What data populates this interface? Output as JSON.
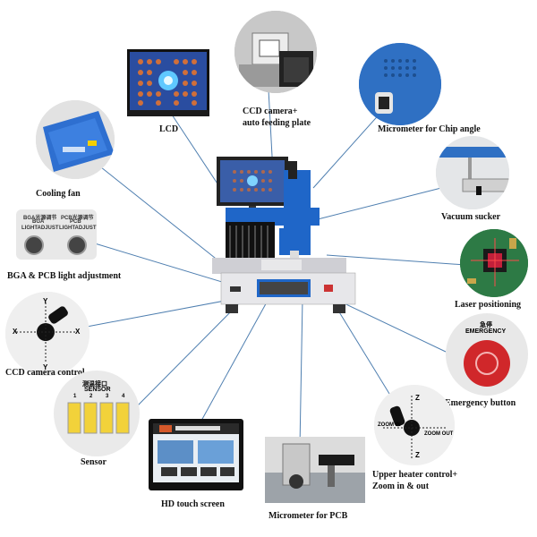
{
  "labels": {
    "lcd": "LCD",
    "ccd_camera": "CCD camera+",
    "auto_feeding": "auto feeding plate",
    "micrometer_chip": "Micrometer for Chip angle",
    "cooling_fan": "Cooling fan",
    "vacuum_sucker": "Vacuum sucker",
    "light_adjustment": "BGA & PCB light adjustment",
    "laser_positioning": "Laser positioning",
    "ccd_control": "CCD camera control",
    "emergency_button": "Emergency button",
    "sensor": "Sensor",
    "upper_heater": "Upper heater control+",
    "zoom": "Zoom in & out",
    "hd_touch": "HD touch screen",
    "micrometer_pcb": "Micrometer for PCB"
  },
  "photo_text": {
    "bga_light_cn": "BGA光源调节",
    "bga": "BGA",
    "light_adjust": "LIGHTADJUST",
    "pcb_light_cn": "PCB光源调节",
    "pcb": "PCB",
    "emergency_cn": "急停",
    "emergency": "EMERGENCY",
    "sensor_cn": "测温接口",
    "sensor": "SENSOR",
    "sensor_ports": [
      "1",
      "2",
      "3",
      "4"
    ],
    "zoom_in": "ZOOM IN",
    "zoom_out": "ZOOM OUT",
    "axis_x": "X",
    "axis_y": "Y",
    "axis_z": "Z"
  },
  "colors": {
    "leader_line": "#4f7fb0",
    "machine_blue": "#1f66c8",
    "emergency_red": "#d0272a"
  }
}
